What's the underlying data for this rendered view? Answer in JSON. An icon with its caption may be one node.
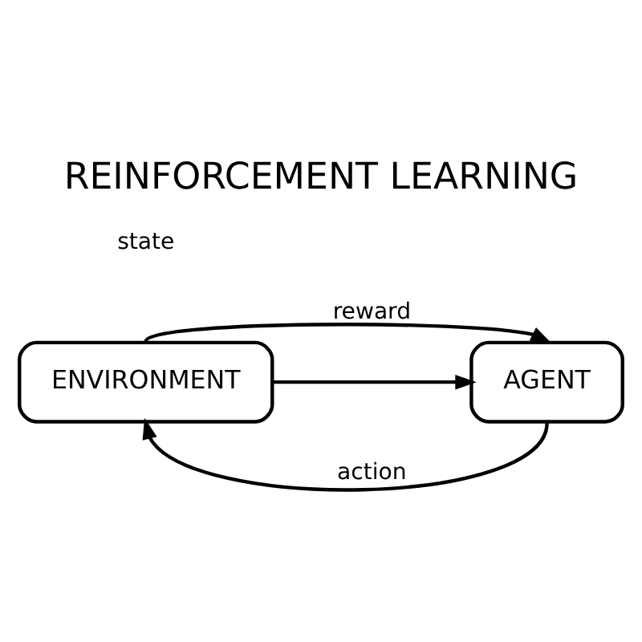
{
  "diagram": {
    "title": "REINFORCEMENT LEARNING",
    "nodes": [
      {
        "text": [
          "ENVIRONMENT"
        ]
      },
      {
        "text": [
          "AGENT"
        ]
      }
    ],
    "edges": [
      {
        "from": 0,
        "to": 1,
        "arrow": "to",
        "label": "reward"
      },
      {
        "from": 0,
        "to": 1,
        "arrow": "to"
      },
      {
        "from": 1,
        "to": 0,
        "arrow": "to",
        "label": "action"
      }
    ],
    "labels": [
      "state"
    ]
  }
}
